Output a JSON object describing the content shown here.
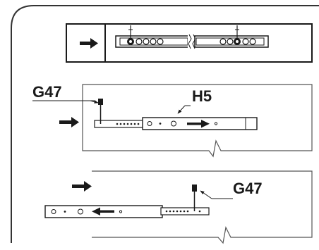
{
  "labels": {
    "top_left_part": "G47",
    "top_right_part": "H5",
    "bottom_part": "G47"
  },
  "colors": {
    "ink": "#1a1a1a",
    "paper": "#ffffff",
    "frame": "#333333"
  },
  "icons": {
    "direction_arrow": "right-arrow-icon",
    "slide_arrow_right": "right-arrow-icon",
    "slide_arrow_left": "left-arrow-icon",
    "pointer": "pointer-arrow-icon",
    "screw": "screw-icon",
    "break_mark": "break-line-icon"
  }
}
